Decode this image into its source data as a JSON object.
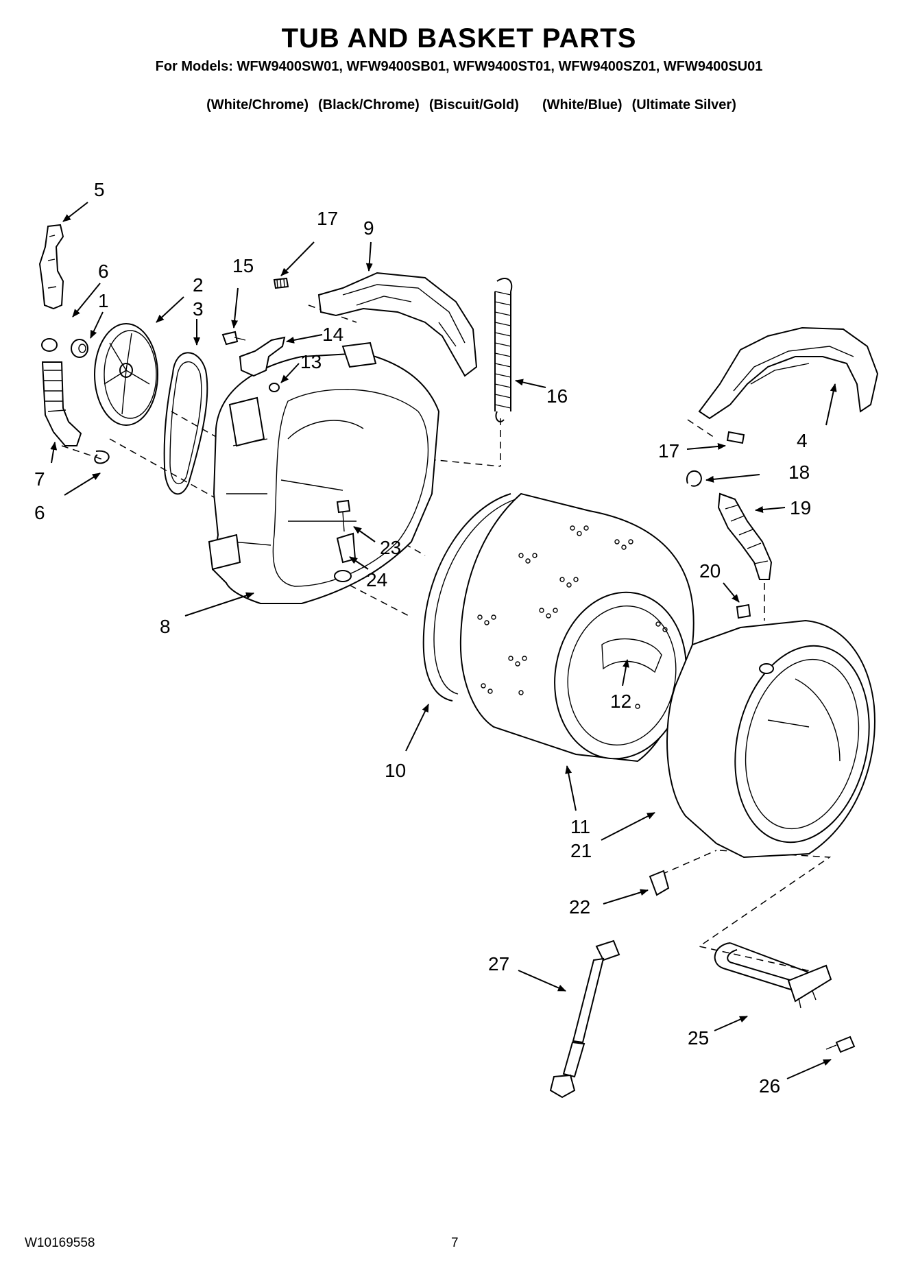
{
  "header": {
    "title": "TUB AND BASKET PARTS",
    "models": "For Models: WFW9400SW01, WFW9400SB01, WFW9400ST01, WFW9400SZ01, WFW9400SU01",
    "colors": [
      "(White/Chrome)",
      "(Black/Chrome)",
      "(Biscuit/Gold)",
      "(White/Blue)",
      "(Ultimate Silver)"
    ]
  },
  "callouts": {
    "p1": "1",
    "p2": "2",
    "p3": "3",
    "p4": "4",
    "p5": "5",
    "p6a": "6",
    "p6b": "6",
    "p7": "7",
    "p8": "8",
    "p9": "9",
    "p10": "10",
    "p11": "11",
    "p12": "12",
    "p13": "13",
    "p14": "14",
    "p15": "15",
    "p16": "16",
    "p17a": "17",
    "p17b": "17",
    "p18": "18",
    "p19": "19",
    "p20": "20",
    "p21": "21",
    "p22": "22",
    "p23": "23",
    "p24": "24",
    "p25": "25",
    "p26": "26",
    "p27": "27"
  },
  "footer": {
    "doc_number": "W10169558",
    "page_number": "7"
  }
}
